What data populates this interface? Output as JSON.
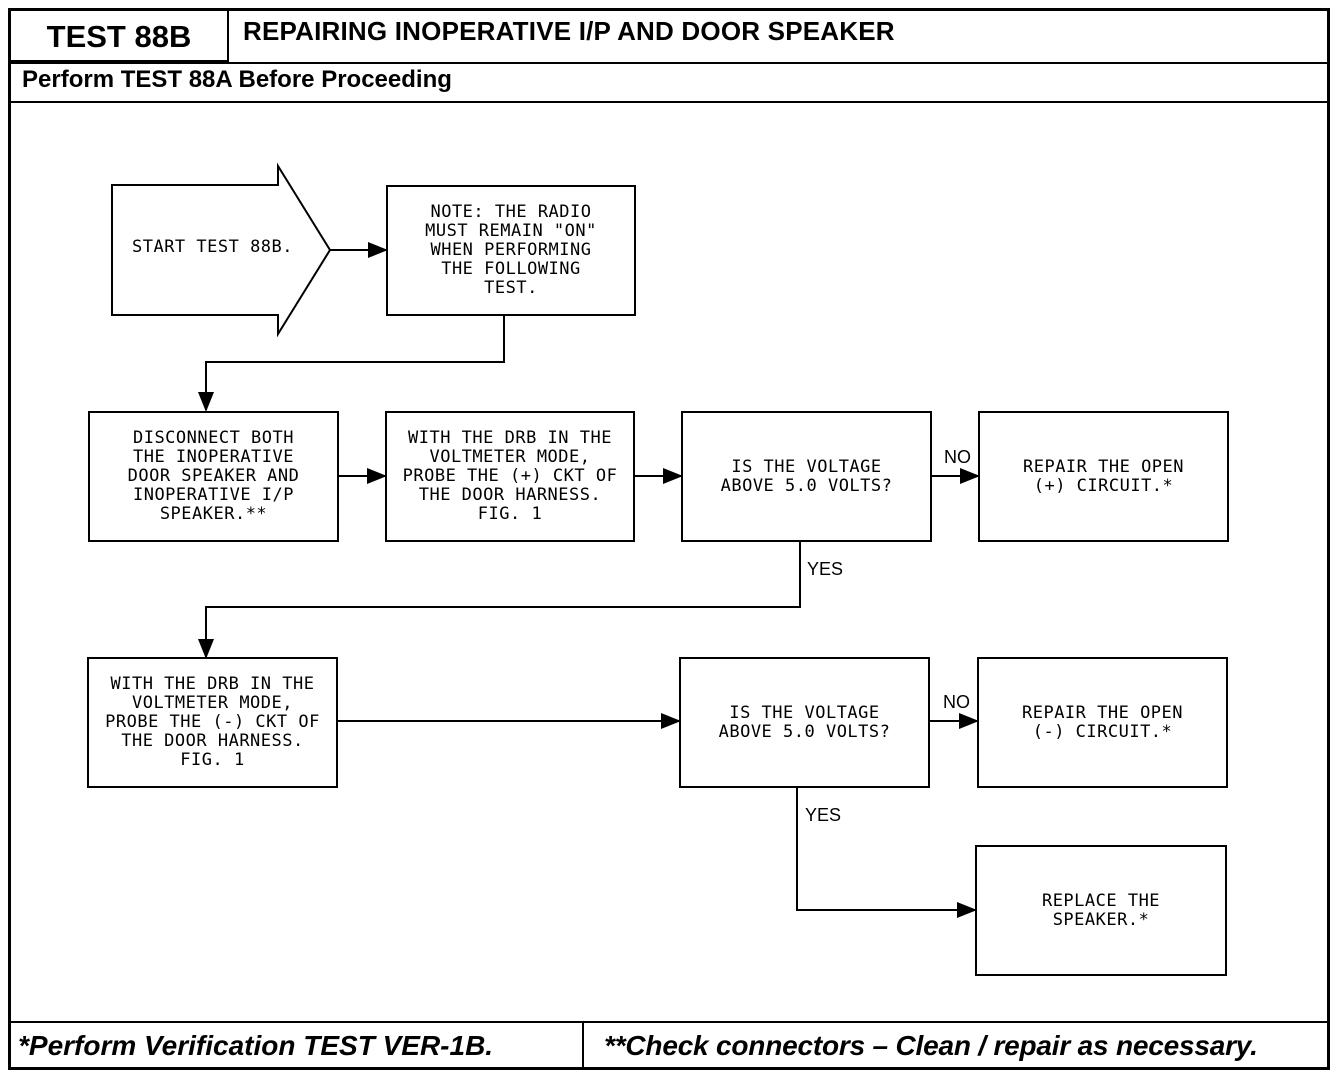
{
  "header": {
    "test_id": "TEST 88B",
    "title": "REPAIRING INOPERATIVE I/P AND DOOR SPEAKER",
    "prerequisite": "Perform TEST 88A Before Proceeding"
  },
  "flowchart": {
    "start": "START TEST 88B.",
    "note": "NOTE: THE RADIO\nMUST REMAIN \"ON\"\nWHEN PERFORMING\nTHE FOLLOWING\nTEST.",
    "disconnect": "DISCONNECT BOTH\nTHE INOPERATIVE\nDOOR SPEAKER AND\nINOPERATIVE I/P\nSPEAKER.**",
    "probe_plus": "WITH THE DRB IN THE\nVOLTMETER MODE,\nPROBE THE (+) CKT OF\nTHE DOOR HARNESS.\nFIG. 1",
    "question_1": "IS THE VOLTAGE\nABOVE 5.0 VOLTS?",
    "repair_plus": "REPAIR THE OPEN\n(+) CIRCUIT.*",
    "probe_minus": "WITH THE DRB IN THE\nVOLTMETER MODE,\nPROBE THE (-) CKT OF\nTHE DOOR HARNESS.\nFIG. 1",
    "question_2": "IS THE VOLTAGE\nABOVE 5.0 VOLTS?",
    "repair_minus": "REPAIR THE OPEN\n(-) CIRCUIT.*",
    "replace": "REPLACE THE\nSPEAKER.*",
    "no_label_1": "NO",
    "yes_label_1": "YES",
    "no_label_2": "NO",
    "yes_label_2": "YES"
  },
  "footer": {
    "left_note": "*Perform Verification TEST VER-1B.",
    "right_note": "**Check connectors – Clean / repair as necessary."
  }
}
